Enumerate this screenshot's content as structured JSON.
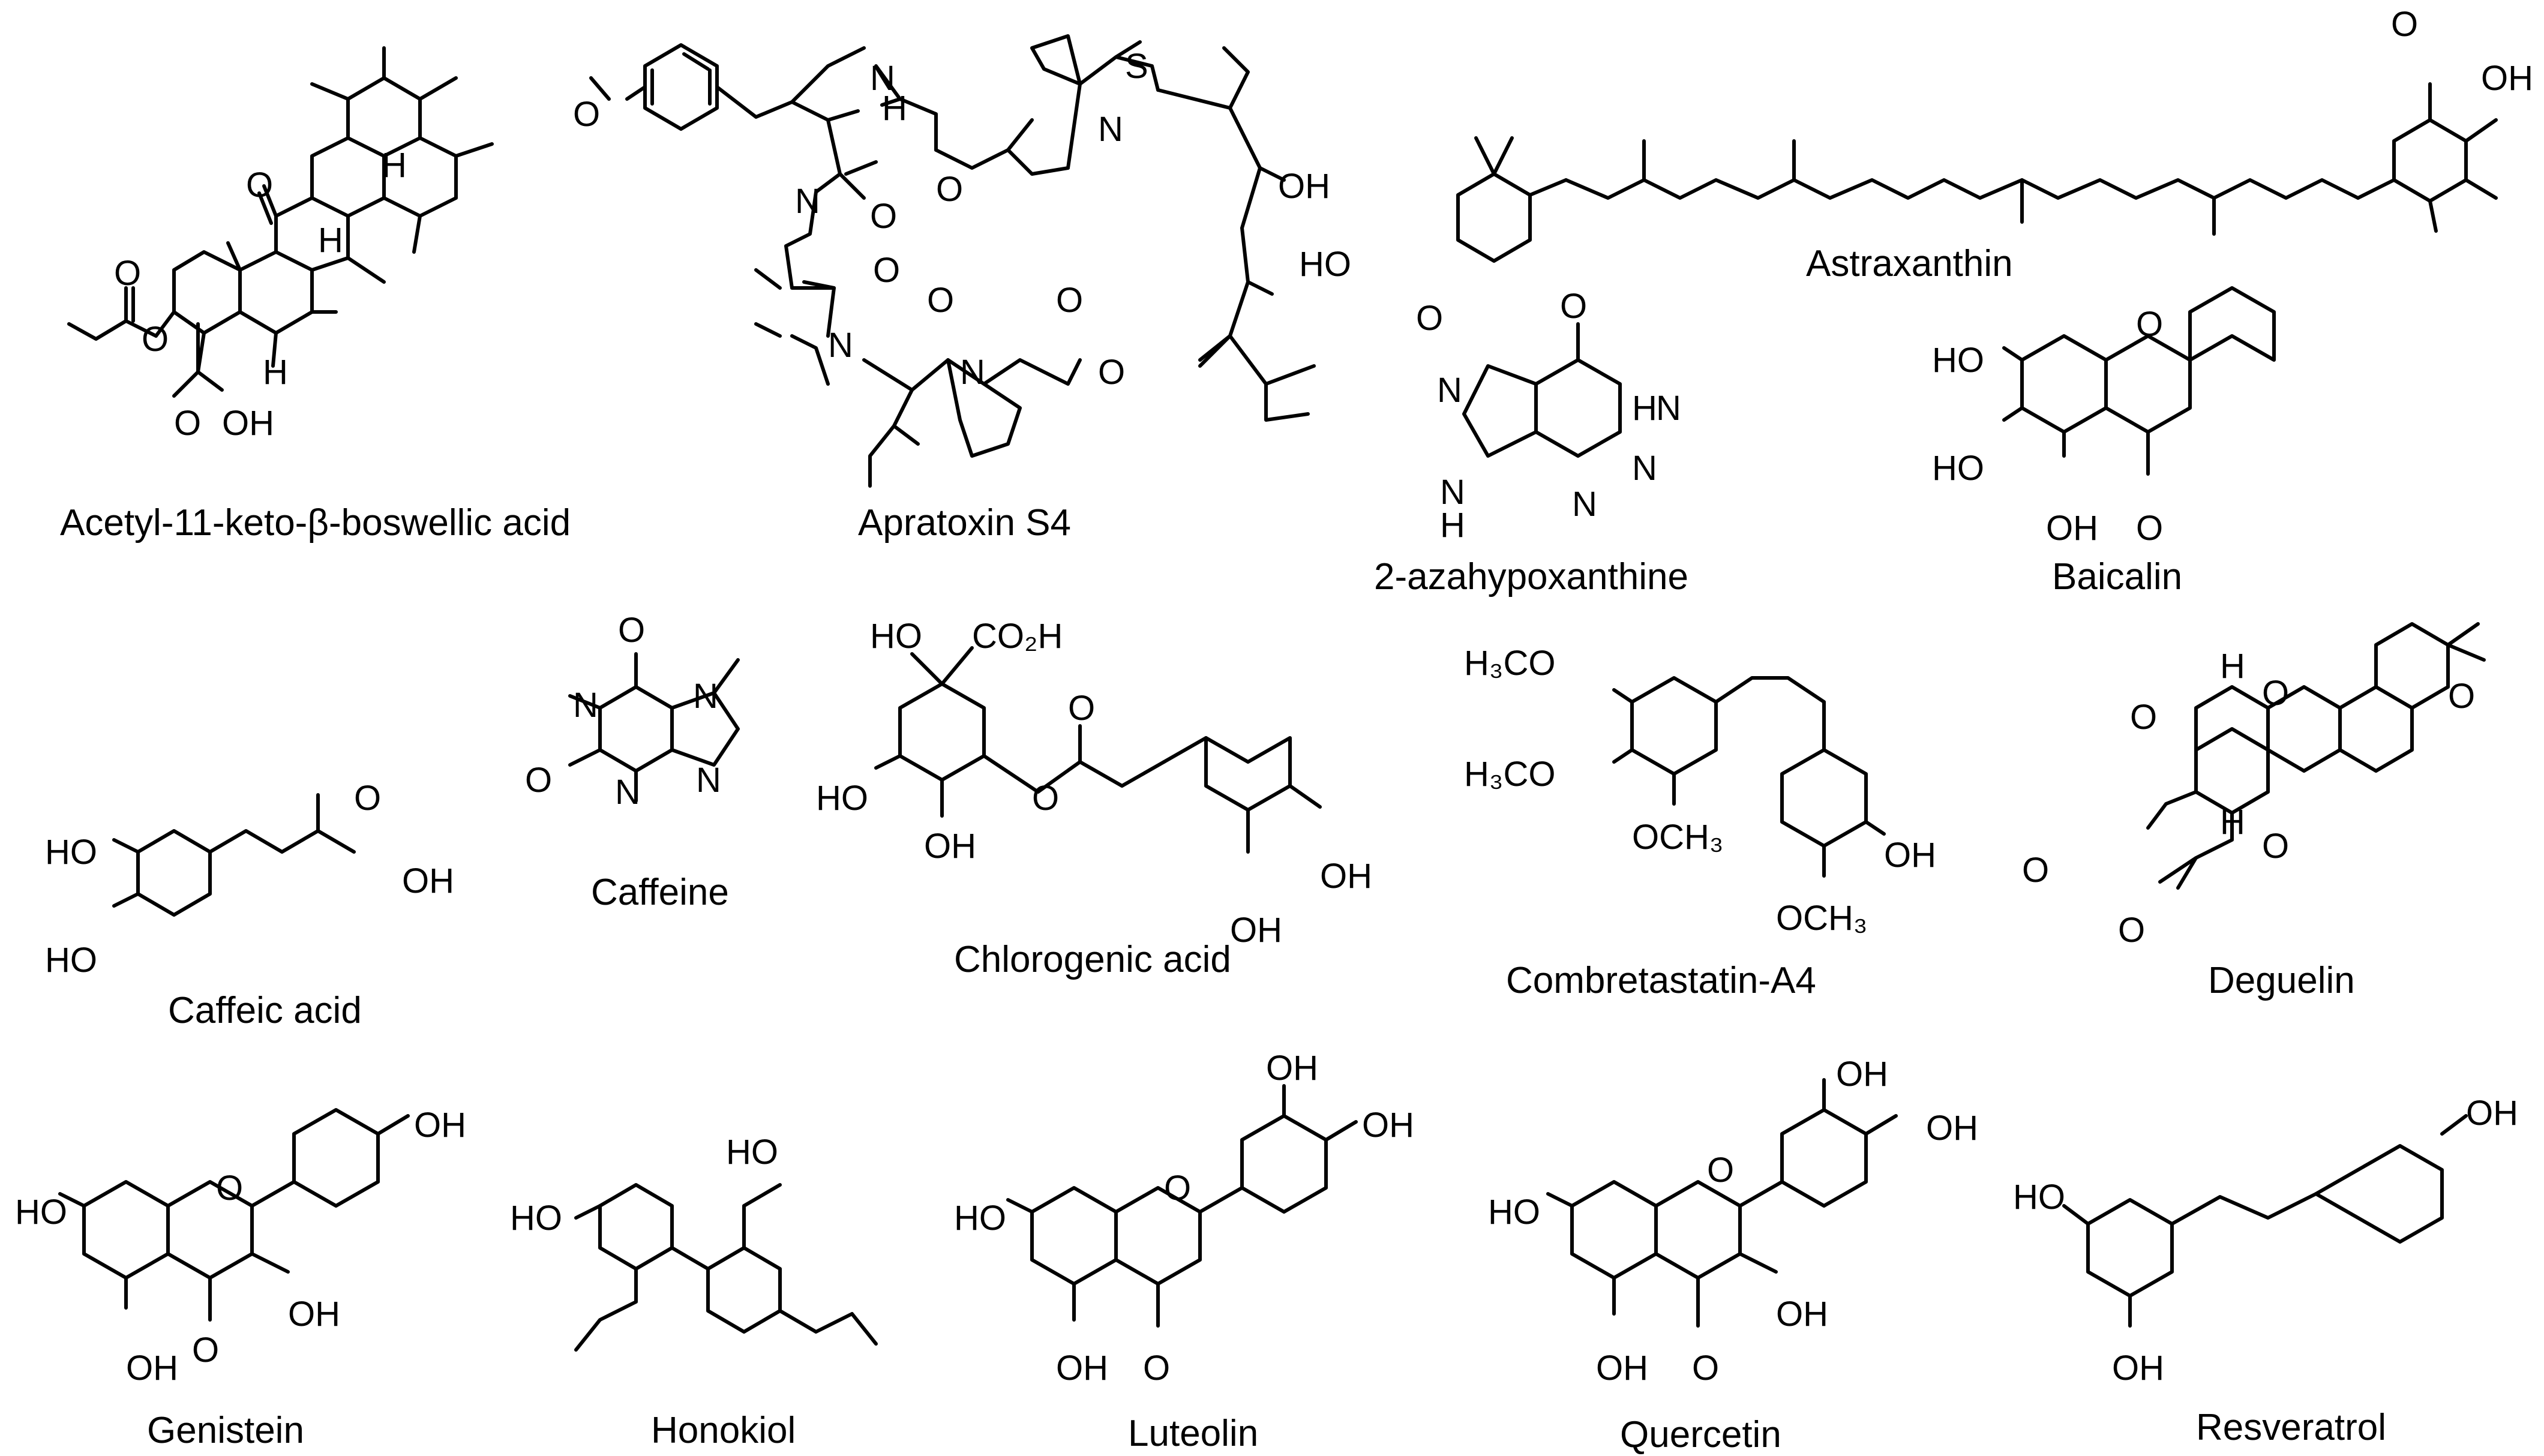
{
  "compounds": [
    {
      "name": "Acetyl-11-keto-β-boswellic acid",
      "atoms": {
        "o_keto": "O",
        "h1": "H",
        "h2": "H",
        "h3": "H",
        "o_ester": "O",
        "o_acetyl": "O",
        "acid_o": "O",
        "acid_oh": "OH"
      }
    },
    {
      "name": "Apratoxin S4",
      "atoms": {
        "s": "S",
        "n_thz": "N",
        "nh": "H",
        "n_amide": "N",
        "oh": "OH",
        "o1": "O",
        "n1": "N",
        "o2": "O",
        "n2": "N",
        "o3": "O",
        "n_pro": "N",
        "o4": "O",
        "o5": "O",
        "o6": "O",
        "ome": "O"
      }
    },
    {
      "name": "Astraxanthin",
      "atoms": {
        "o_right": "O",
        "oh_right": "OH",
        "ho_left": "HO",
        "o_left": "O"
      }
    },
    {
      "name": "2-azahypoxanthine",
      "atoms": {
        "o": "O",
        "n_top": "N",
        "nh_right": "H",
        "nh_n": "N",
        "n_mid": "N",
        "n_bot": "N",
        "nh_left": "N",
        "h_left": "H"
      }
    },
    {
      "name": "Baicalin",
      "atoms": {
        "ho1": "HO",
        "ho2": "HO",
        "oh": "OH",
        "o_ring": "O",
        "o_keto": "O"
      }
    },
    {
      "name": "Caffeic acid",
      "atoms": {
        "ho1": "HO",
        "ho2": "HO",
        "o": "O",
        "oh": "OH"
      }
    },
    {
      "name": "Caffeine",
      "atoms": {
        "o1": "O",
        "o2": "O",
        "n1": "N",
        "n3": "N",
        "n7": "N",
        "n9": "N"
      }
    },
    {
      "name": "Chlorogenic acid",
      "atoms": {
        "ho": "HO",
        "co2h": "CO₂H",
        "ho2": "HO",
        "oh_low": "OH",
        "o_ester": "O",
        "o_keto": "O",
        "oh_a": "OH",
        "oh_b": "OH"
      }
    },
    {
      "name": "Combretastatin-A4",
      "atoms": {
        "ome1": "H₃CO",
        "ome2": "H₃CO",
        "ome3": "OCH₃",
        "oh": "OH",
        "ome4": "OCH₃"
      }
    },
    {
      "name": "Deguelin",
      "atoms": {
        "h1": "H",
        "h2": "H",
        "o1": "O",
        "o2": "O",
        "o3": "O",
        "o4": "O",
        "o5": "O",
        "o6": "O"
      }
    },
    {
      "name": "Genistein",
      "atoms": {
        "oh": "OH",
        "ho": "HO",
        "o_ring": "O",
        "oh2": "OH",
        "oh3": "OH",
        "o_keto": "O"
      }
    },
    {
      "name": "Honokiol",
      "atoms": {
        "ho": "HO",
        "ho2": "HO"
      }
    },
    {
      "name": "Luteolin",
      "atoms": {
        "oh1": "OH",
        "oh2": "OH",
        "ho": "HO",
        "o_ring": "O",
        "oh3": "OH",
        "o_keto": "O"
      }
    },
    {
      "name": "Quercetin",
      "atoms": {
        "oh1": "OH",
        "oh2": "OH",
        "ho": "HO",
        "o_ring": "O",
        "oh3": "OH",
        "oh4": "OH",
        "o_keto": "O"
      }
    },
    {
      "name": "Resveratrol",
      "atoms": {
        "oh": "OH",
        "ho1": "HO",
        "oh2": "OH"
      }
    }
  ]
}
